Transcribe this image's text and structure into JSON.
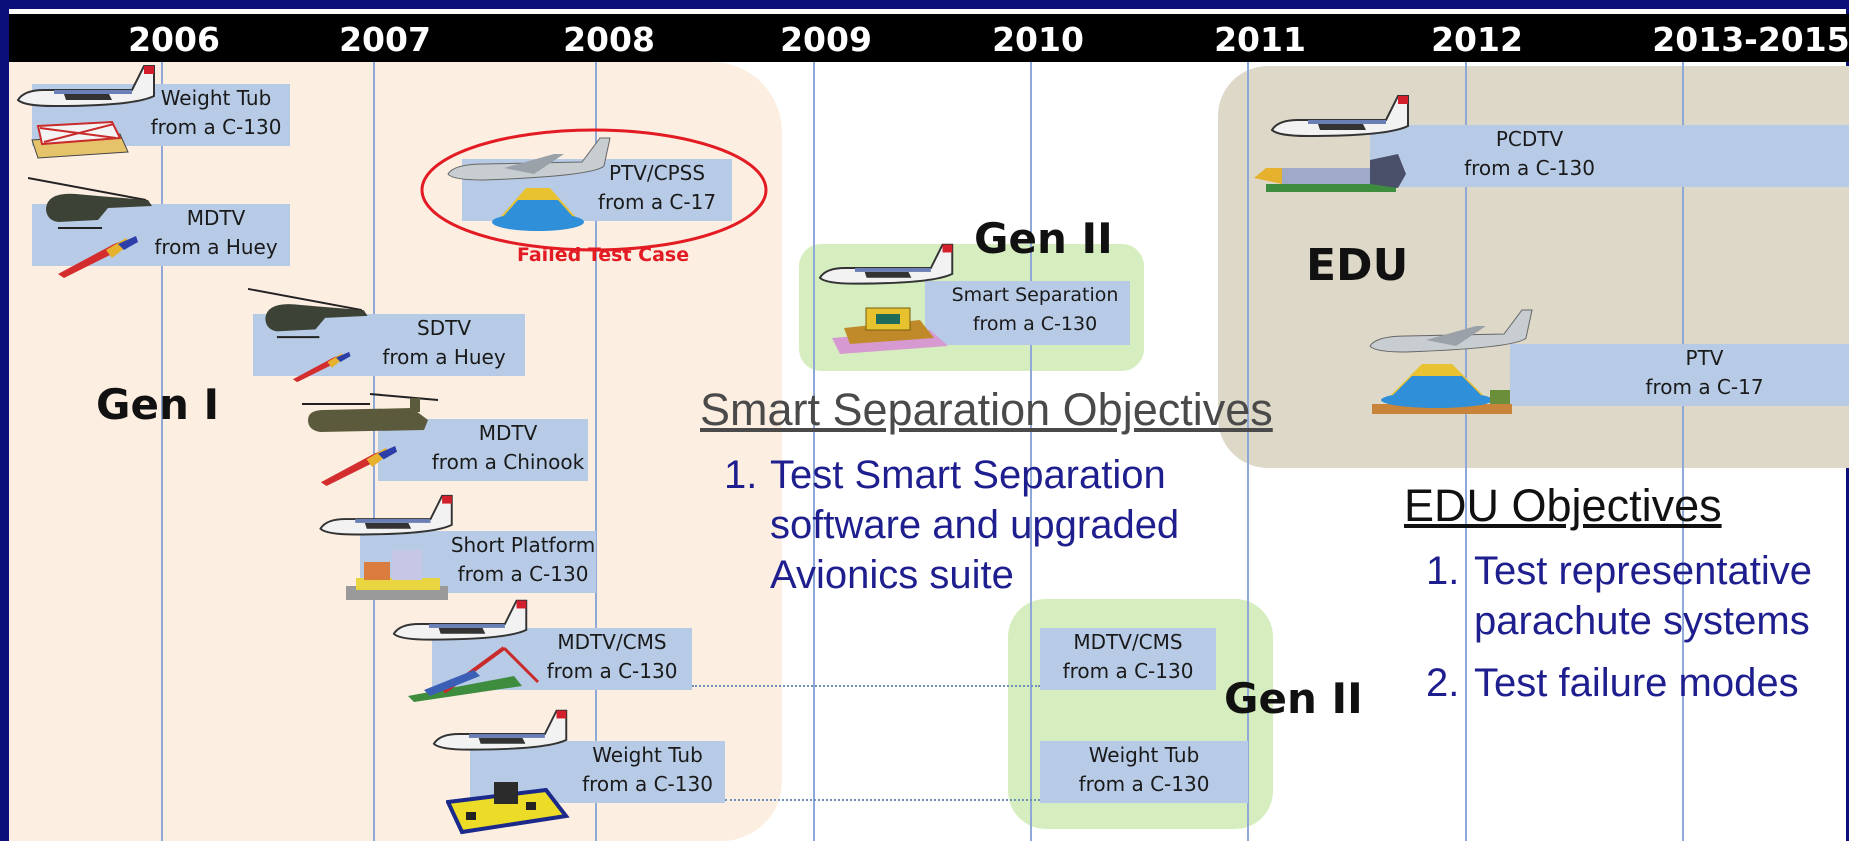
{
  "timeline": {
    "years": [
      "2006",
      "2007",
      "2008",
      "2009",
      "2010",
      "2011",
      "2012",
      "2013-2015"
    ]
  },
  "colors": {
    "gen1_region": "#fdeee2",
    "gen2_region": "#d6eebf",
    "edu_region": "#ddd8c7",
    "label_box": "#b7cbe6",
    "failed_ring": "#e31b23",
    "objectives_text": "#1e1e8f",
    "frame": "#0b0f7a"
  },
  "tests": [
    {
      "name": "Weight Tub",
      "from": "from a C-130",
      "aircraft": "c130-plane-icon"
    },
    {
      "name": "MDTV",
      "from": "from a Huey",
      "aircraft": "huey-helicopter-icon"
    },
    {
      "name": "SDTV",
      "from": "from a Huey",
      "aircraft": "huey-helicopter-icon"
    },
    {
      "name": "MDTV",
      "from": "from a Chinook",
      "aircraft": "chinook-helicopter-icon"
    },
    {
      "name": "Short Platform",
      "from": "from a C-130",
      "aircraft": "c130-plane-icon"
    },
    {
      "name": "MDTV/CMS",
      "from": "from a C-130",
      "aircraft": "c130-plane-icon"
    },
    {
      "name": "Weight Tub",
      "from": "from a C-130",
      "aircraft": "c130-plane-icon"
    },
    {
      "name": "PTV/CPSS",
      "from": "from a C-17",
      "aircraft": "c17-plane-icon"
    },
    {
      "name": "Smart Separation",
      "from": "from a C-130",
      "aircraft": "c130-plane-icon"
    },
    {
      "name": "MDTV/CMS",
      "from": "from a C-130",
      "aircraft": "none"
    },
    {
      "name": "Weight Tub",
      "from": "from a C-130",
      "aircraft": "none"
    },
    {
      "name": "PCDTV",
      "from": "from a C-130",
      "aircraft": "c130-plane-icon"
    },
    {
      "name": "PTV",
      "from": "from a C-17",
      "aircraft": "c17-plane-icon"
    }
  ],
  "labels": {
    "failed_test_case": "Failed Test Case",
    "gen1": "Gen I",
    "gen2_top": "Gen II",
    "gen2_bottom": "Gen II",
    "edu": "EDU"
  },
  "smart_separation_objectives": {
    "title": "Smart Separation Objectives",
    "items": [
      {
        "num": "1.",
        "lines": [
          "Test Smart Separation",
          "software and upgraded",
          "Avionics suite"
        ]
      }
    ]
  },
  "edu_objectives": {
    "title": "EDU Objectives",
    "items": [
      {
        "num": "1.",
        "lines": [
          "Test representative",
          "parachute systems"
        ]
      },
      {
        "num": "2.",
        "lines": [
          "Test failure modes"
        ]
      }
    ]
  }
}
